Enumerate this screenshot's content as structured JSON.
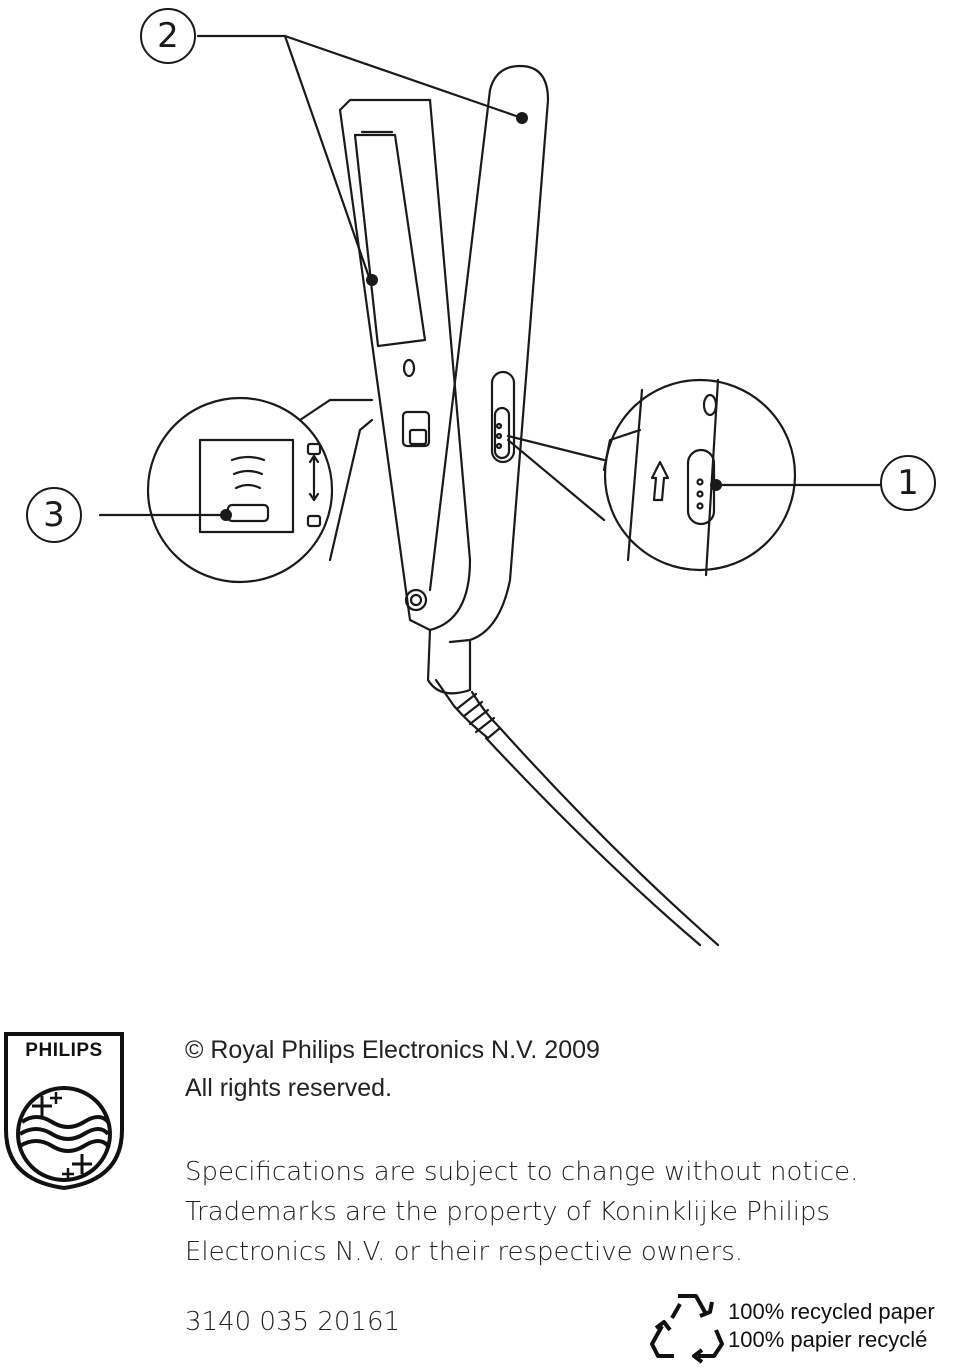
{
  "figure": {
    "callouts": [
      "2",
      "1",
      "3"
    ]
  },
  "logo": {
    "wordmark": "PHILIPS"
  },
  "footer": {
    "copyright_line1": "© Royal Philips Electronics N.V. 2009",
    "copyright_line2": "All rights reserved.",
    "notice_line1": "Specifications are subject to change without notice.",
    "notice_line2": "Trademarks are the property of Koninklijke Philips",
    "notice_line3": "Electronics N.V. or their respective owners.",
    "code": "3140 035 20161"
  },
  "recycle": {
    "line1": "100% recycled paper",
    "line2": "100% papier recyclé"
  }
}
